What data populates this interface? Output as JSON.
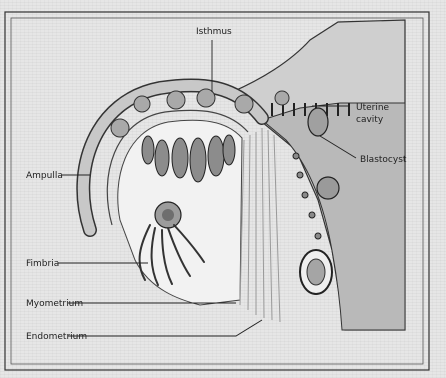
{
  "labels": {
    "isthmus": "Isthmus",
    "uterine_cavity_line1": "Uterine",
    "uterine_cavity_line2": "cavity",
    "blastocyst": "Blastocyst",
    "ampulla": "Ampulla",
    "fimbria": "Fimbria",
    "myometrium": "Myometrium",
    "endometrium": "Endometrium"
  }
}
